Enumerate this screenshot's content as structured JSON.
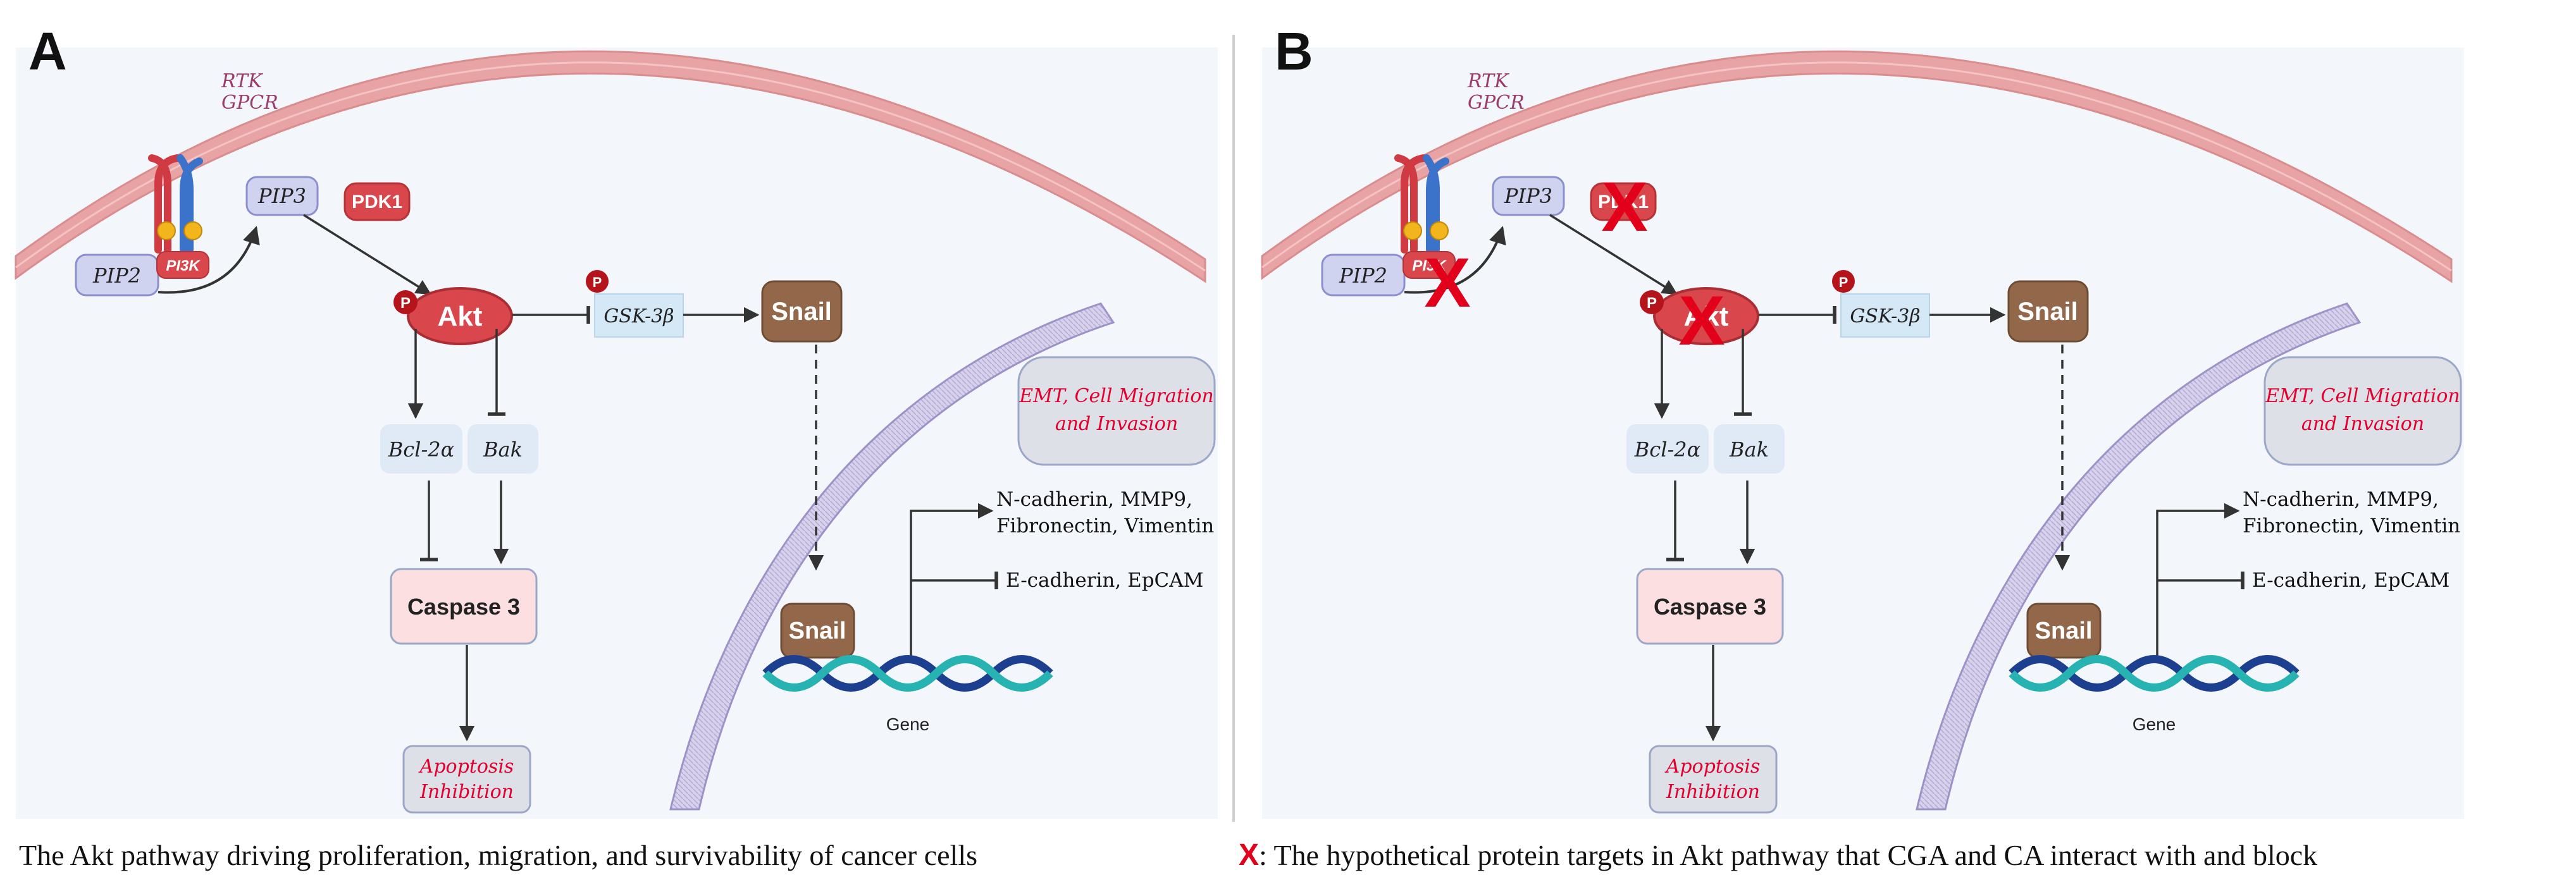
{
  "panels": [
    {
      "letter": "A",
      "receptor_line1": "RTK",
      "receptor_line2": "GPCR",
      "pip2": "PIP2",
      "pi3k": "PI3K",
      "pip3": "PIP3",
      "pdk1": "PDK1",
      "akt": "Akt",
      "gsk3b": "GSK-3β",
      "snail_top": "Snail",
      "snail_bottom": "Snail",
      "bcl2a": "Bcl-2α",
      "bak": "Bak",
      "caspase3": "Caspase 3",
      "apoptosis_line1": "Apoptosis",
      "apoptosis_line2": "Inhibition",
      "emt_line1": "EMT, Cell Migration",
      "emt_line2": "and Invasion",
      "up_genes_line1": "N-cadherin, MMP9,",
      "up_genes_line2": "Fibronectin, Vimentin",
      "down_genes": "E-cadherin, EpCAM",
      "gene": "Gene",
      "phospho": "P",
      "blocked": false
    },
    {
      "letter": "B",
      "receptor_line1": "RTK",
      "receptor_line2": "GPCR",
      "pip2": "PIP2",
      "pi3k": "PI3K",
      "pip3": "PIP3",
      "pdk1": "PDK1",
      "akt": "Akt",
      "gsk3b": "GSK-3β",
      "snail_top": "Snail",
      "snail_bottom": "Snail",
      "bcl2a": "Bcl-2α",
      "bak": "Bak",
      "caspase3": "Caspase 3",
      "apoptosis_line1": "Apoptosis",
      "apoptosis_line2": "Inhibition",
      "emt_line1": "EMT, Cell Migration",
      "emt_line2": "and Invasion",
      "up_genes_line1": "N-cadherin, MMP9,",
      "up_genes_line2": "Fibronectin, Vimentin",
      "down_genes": "E-cadherin, EpCAM",
      "gene": "Gene",
      "phospho": "P",
      "blocked": true,
      "block_mark": "X"
    }
  ],
  "captions": {
    "left": "The Akt pathway driving proliferation, migration, and survivability of cancer cells",
    "right_mark": "X",
    "right": " : The hypothetical protein targets in Akt pathway that CGA and CA interact with and block"
  },
  "colors": {
    "membrane": "#e8a3a4",
    "membrane_edge": "#d98d8f",
    "akt": "#d9464b",
    "snail": "#93684a",
    "nucleus": "#d9d4ea",
    "panel_bg": "#f3f6fa",
    "block_red": "#e3001b",
    "emphasis_text": "#e3002e"
  }
}
